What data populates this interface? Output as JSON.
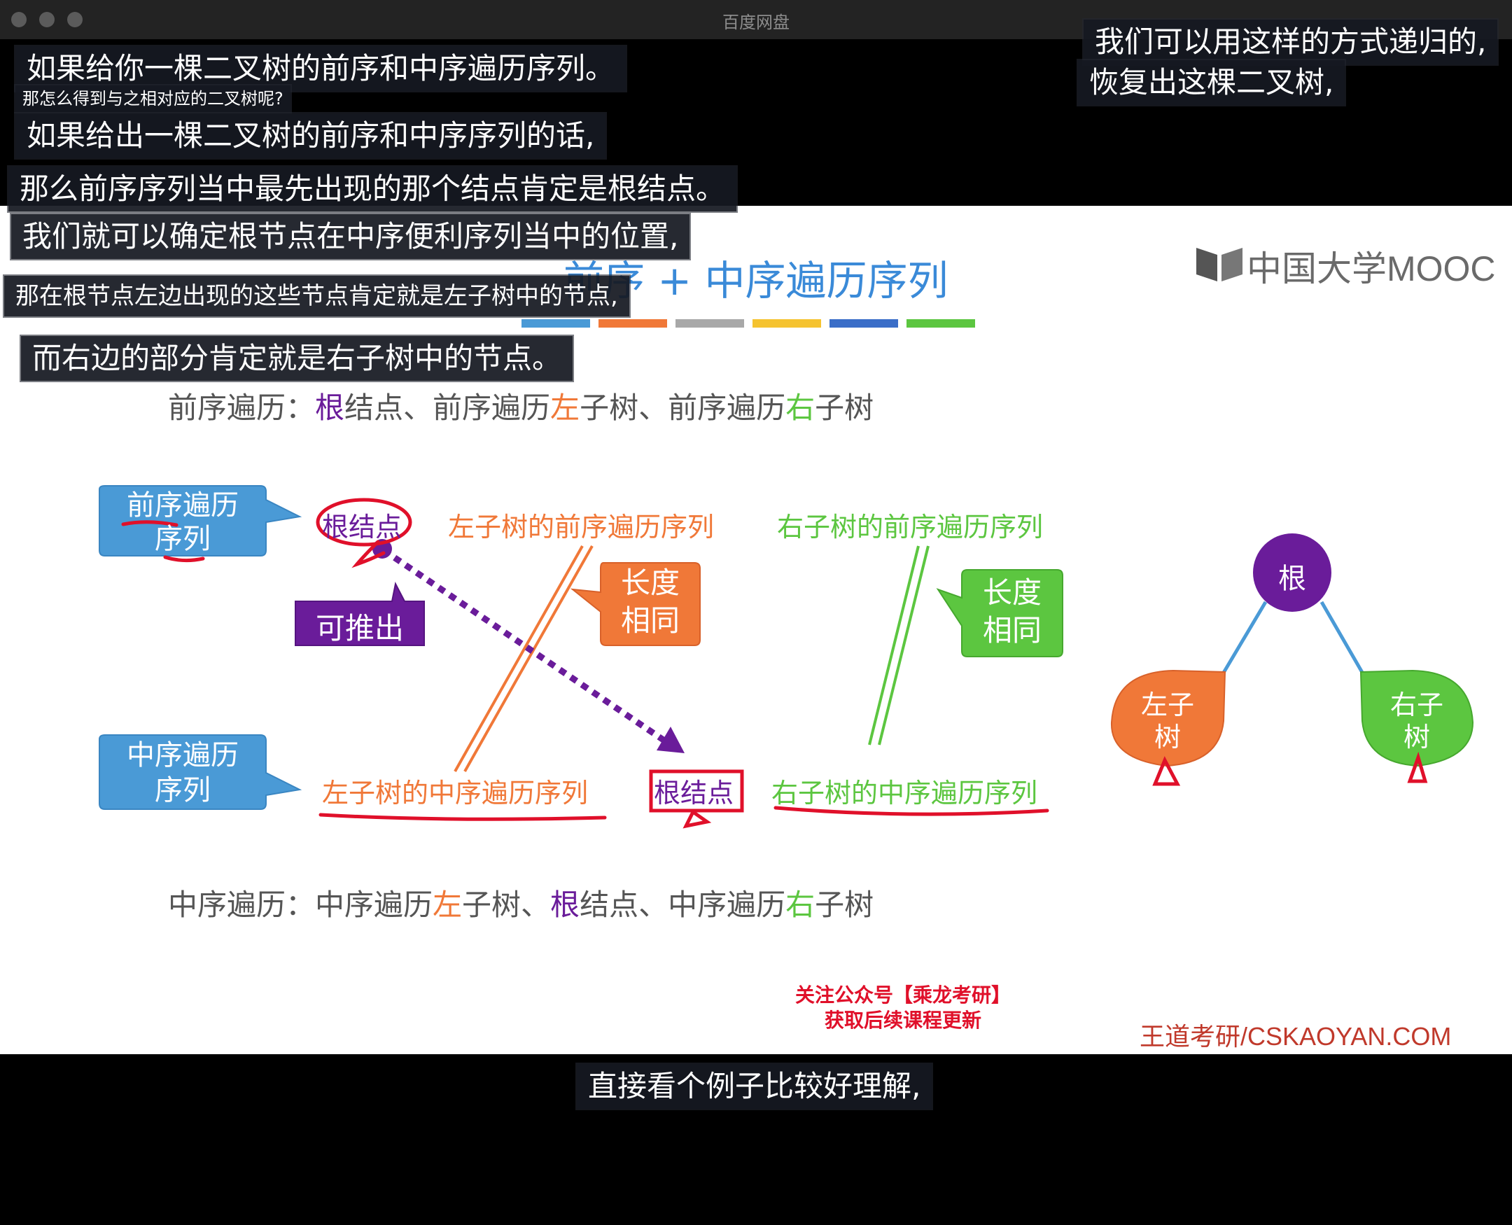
{
  "window": {
    "title": "百度网盘"
  },
  "subtitles": {
    "top_left": [
      "如果给你一棵二叉树的前序和中序遍历序列。",
      "那怎么得到与之相对应的二叉树呢?",
      "如果给出一棵二叉树的前序和中序序列的话,",
      "那么前序序列当中最先出现的那个结点肯定是根结点。",
      "我们就可以确定根节点在中序便利序列当中的位置,",
      "那在根节点左边出现的这些节点肯定就是左子树中的节点,",
      "而右边的部分肯定就是右子树中的节点。"
    ],
    "top_right": [
      "我们可以用这样的方式递归的,",
      "恢复出这棵二叉树,"
    ],
    "bottom": "直接看个例子比较好理解,"
  },
  "slide": {
    "title": "前序 + 中序遍历序列",
    "logo_text": "中国大学MOOC",
    "preorder_def": {
      "parts": [
        "前序遍历：",
        "根",
        "结点、前序遍历",
        "左",
        "子树、前序遍历",
        "右",
        "子树"
      ]
    },
    "inorder_def": {
      "parts": [
        "中序遍历：中序遍历",
        "左",
        "子树、",
        "根",
        "结点、中序遍历",
        "右",
        "子树"
      ]
    },
    "preorder_box": [
      "前序遍历",
      "序列"
    ],
    "inorder_box": [
      "中序遍历",
      "序列"
    ],
    "pre_root": "根结点",
    "pre_left": "左子树的前序遍历序列",
    "pre_right": "右子树的前序遍历序列",
    "in_left": "左子树的中序遍历序列",
    "in_root": "根结点",
    "in_right": "右子树的中序遍历序列",
    "derive_label": "可推出",
    "same_length_1": [
      "长度",
      "相同"
    ],
    "same_length_2": [
      "长度",
      "相同"
    ],
    "tree_root": "根",
    "tree_left": [
      "左子",
      "树"
    ],
    "tree_right": [
      "右子",
      "树"
    ],
    "promo": [
      "关注公众号【乘龙考研】",
      "获取后续课程更新"
    ],
    "website": "王道考研/CSKAOYAN.COM"
  },
  "colors": {
    "blue": "#4a9ad6",
    "orange": "#f07838",
    "green": "#5cc640",
    "purple": "#6a1c9a",
    "red_ink": "#e0102a",
    "title_blue": "#3a8ad8"
  }
}
